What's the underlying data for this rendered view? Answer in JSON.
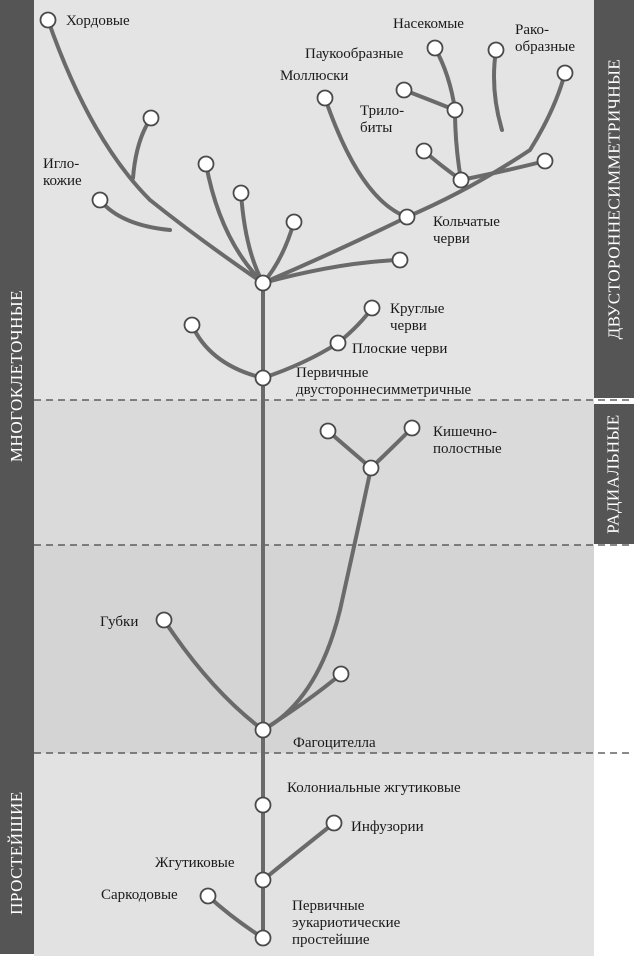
{
  "colors": {
    "band_top": "#e4e4e4",
    "band_mid": "#dadada",
    "band_low": "#d4d4d4",
    "band_bottom": "#e2e2e2",
    "sidebar": "#555555",
    "branch": "#6a6a6a",
    "node_fill": "#ffffff",
    "node_stroke": "#4a4a4a",
    "text": "#1a1a1a"
  },
  "side_labels": {
    "multicellular": "МНОГОКЛЕТОЧНЫЕ",
    "protozoa": "ПРОСТЕЙШИЕ",
    "bilateral": "ДВУСТОРОННЕСИММЕТРИЧНЫЕ",
    "radial": "РАДИАЛЬНЫЕ"
  },
  "nodes": {
    "chordates": [
      "Хордовые"
    ],
    "echinoderms": [
      "Игло-",
      "кожие"
    ],
    "insects": [
      "Насекомые"
    ],
    "arachnids": [
      "Паукообразные"
    ],
    "crustaceans": [
      "Рако-",
      "образные"
    ],
    "molluscs": [
      "Моллюски"
    ],
    "trilobites": [
      "Трило-",
      "биты"
    ],
    "annelids": [
      "Кольчатые",
      "черви"
    ],
    "roundworms": [
      "Круглые",
      "черви"
    ],
    "flatworms": [
      "Плоские черви"
    ],
    "primary_bilateral": [
      "Первичные",
      "двустороннесимметричные"
    ],
    "coelenterates": [
      "Кишечно-",
      "полостные"
    ],
    "sponges": [
      "Губки"
    ],
    "phagocytella": [
      "Фагоцителла"
    ],
    "colonial_flagellates": [
      "Колониальные жгутиковые"
    ],
    "ciliates": [
      "Инфузории"
    ],
    "flagellates": [
      "Жгутиковые"
    ],
    "sarcodines": [
      "Саркодовые"
    ],
    "primary_eukaryotic": [
      "Первичные",
      "эукариотические",
      "простейшие"
    ]
  }
}
